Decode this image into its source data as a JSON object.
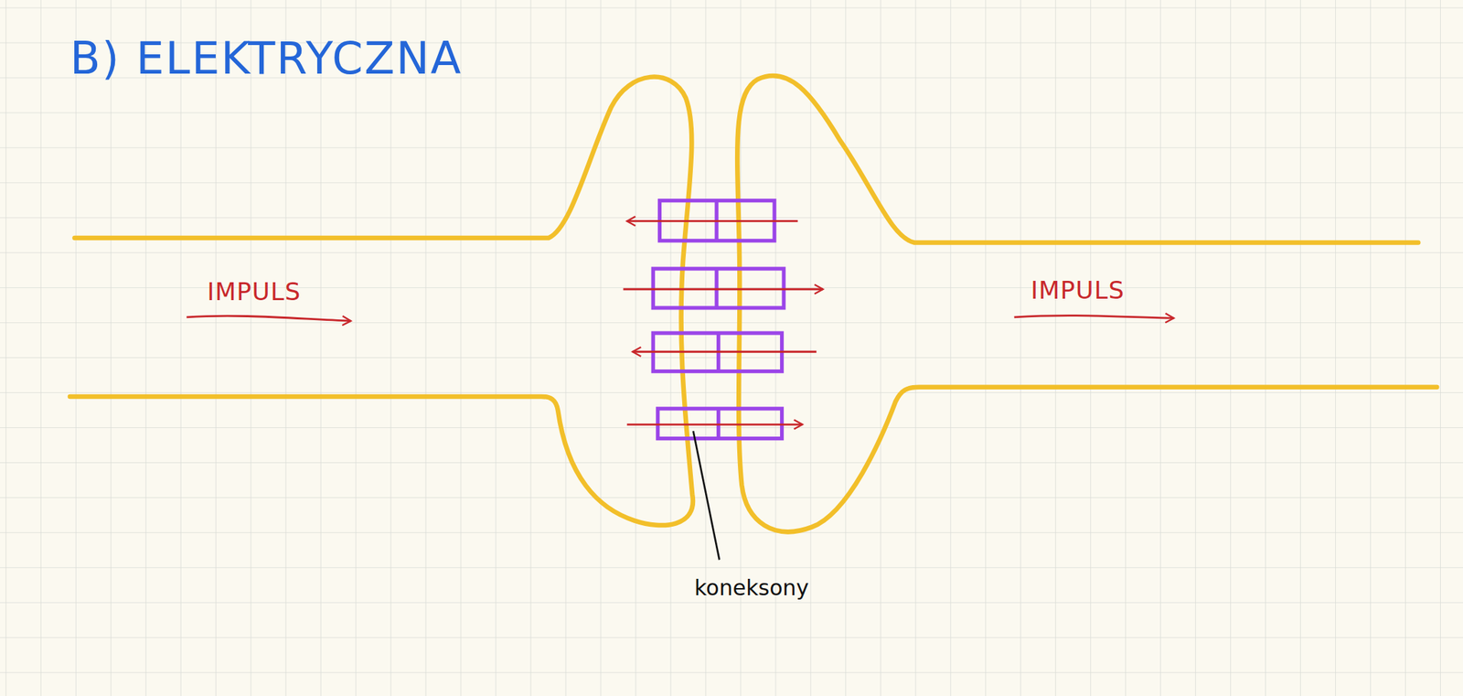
{
  "diagram": {
    "title": "B) ELEKTRYCZNA",
    "labels": [
      "IMPULS",
      "IMPULS",
      "koneksony"
    ]
  }
}
